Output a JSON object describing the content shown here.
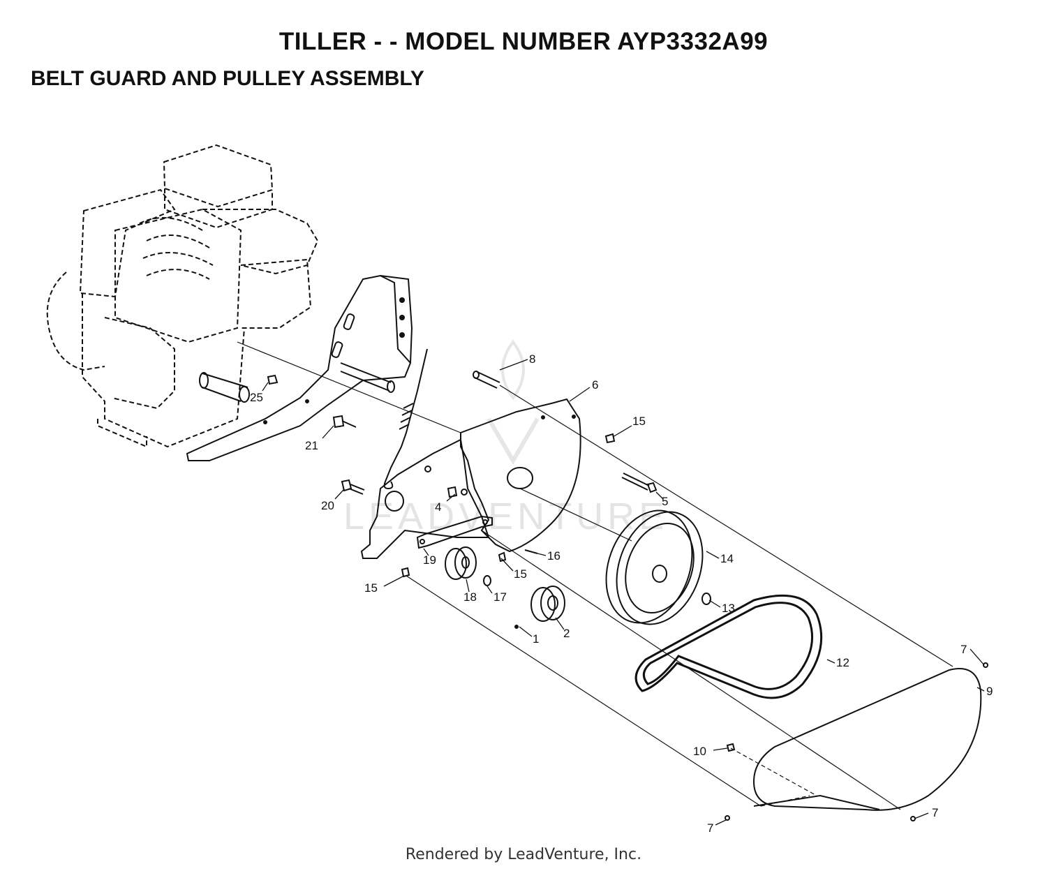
{
  "header": {
    "title": "TILLER - - MODEL NUMBER AYP3332A99",
    "subtitle": "BELT GUARD AND PULLEY ASSEMBLY"
  },
  "watermark": "LEADVENTURE",
  "footer": "Rendered by LeadVenture, Inc.",
  "callouts": [
    {
      "id": "c1",
      "label": "1"
    },
    {
      "id": "c2",
      "label": "2"
    },
    {
      "id": "c4",
      "label": "4"
    },
    {
      "id": "c5",
      "label": "5"
    },
    {
      "id": "c6",
      "label": "6"
    },
    {
      "id": "c7a",
      "label": "7"
    },
    {
      "id": "c7b",
      "label": "7"
    },
    {
      "id": "c7c",
      "label": "7"
    },
    {
      "id": "c8",
      "label": "8"
    },
    {
      "id": "c9",
      "label": "9"
    },
    {
      "id": "c10",
      "label": "10"
    },
    {
      "id": "c12",
      "label": "12"
    },
    {
      "id": "c13",
      "label": "13"
    },
    {
      "id": "c14",
      "label": "14"
    },
    {
      "id": "c15a",
      "label": "15"
    },
    {
      "id": "c15b",
      "label": "15"
    },
    {
      "id": "c15c",
      "label": "15"
    },
    {
      "id": "c16",
      "label": "16"
    },
    {
      "id": "c17",
      "label": "17"
    },
    {
      "id": "c18",
      "label": "18"
    },
    {
      "id": "c19",
      "label": "19"
    },
    {
      "id": "c20",
      "label": "20"
    },
    {
      "id": "c21",
      "label": "21"
    },
    {
      "id": "c25",
      "label": "25"
    }
  ]
}
